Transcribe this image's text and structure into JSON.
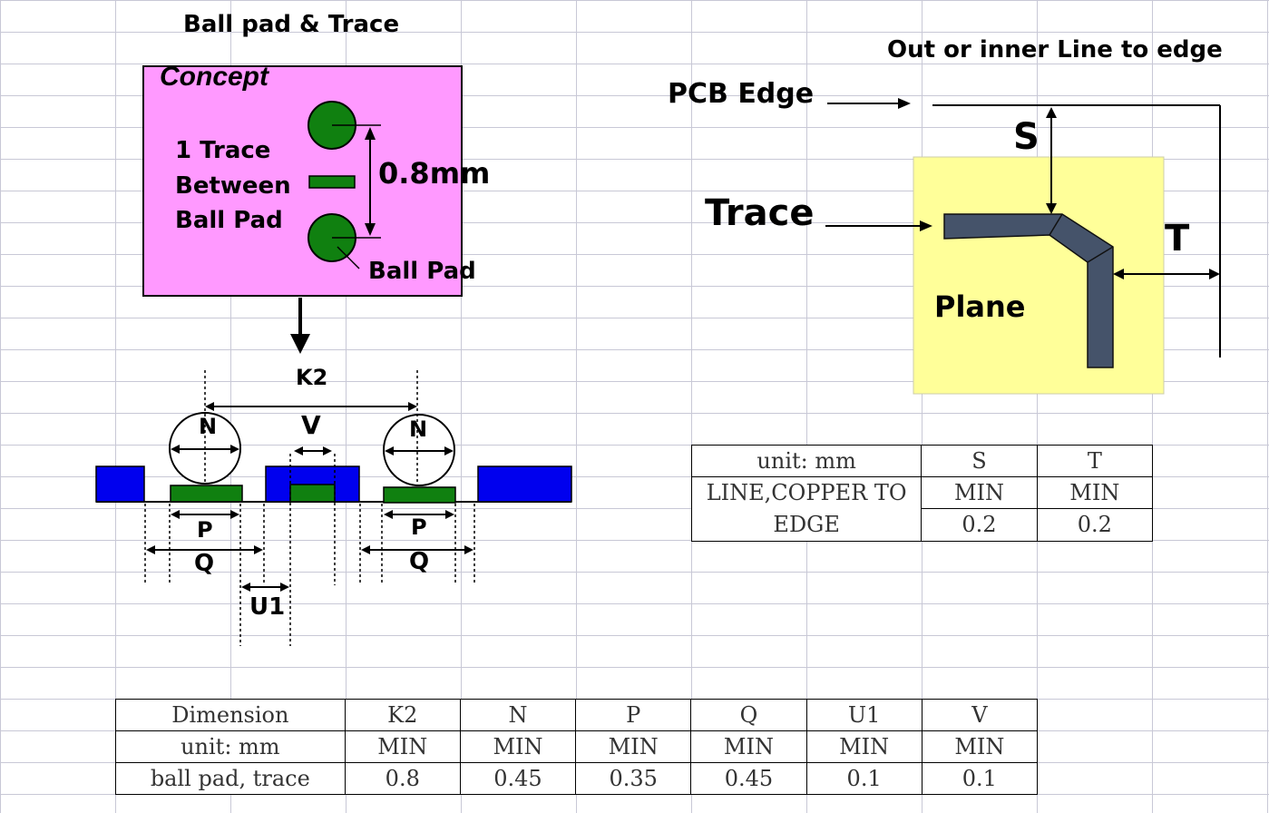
{
  "left_title": "Ball pad & Trace",
  "concept": {
    "title": "Concept",
    "line1": "1 Trace",
    "line2": "Between",
    "line3": "Ball Pad",
    "pitch": "0.8mm",
    "ball_pad_label": "Ball Pad",
    "bg_color": "#ff99ff",
    "pad_color": "#108010"
  },
  "cross_section": {
    "k2": "K2",
    "n_left": "N",
    "n_right": "N",
    "v": "V",
    "p_left": "P",
    "p_right": "P",
    "q_left": "Q",
    "q_right": "Q",
    "u1": "U1",
    "copper_color": "#0000ee",
    "pad_color": "#108010"
  },
  "right_title": "Out or inner Line to edge",
  "edge_diagram": {
    "pcb_edge": "PCB Edge",
    "s": "S",
    "t": "T",
    "trace": "Trace",
    "plane": "Plane",
    "plane_color": "#ffff99",
    "trace_color": "#45536a"
  },
  "edge_table": {
    "r1": [
      "unit: mm",
      "S",
      "T"
    ],
    "label": [
      "LINE,COPPER TO",
      "EDGE"
    ],
    "r2": [
      "MIN",
      "MIN"
    ],
    "r3": [
      "0.2",
      "0.2"
    ]
  },
  "dim_table": {
    "header": [
      "Dimension",
      "K2",
      "N",
      "P",
      "Q",
      "U1",
      "V"
    ],
    "units": [
      "unit: mm",
      "MIN",
      "MIN",
      "MIN",
      "MIN",
      "MIN",
      "MIN"
    ],
    "values": [
      "ball pad, trace",
      "0.8",
      "0.45",
      "0.35",
      "0.45",
      "0.1",
      "0.1"
    ]
  }
}
